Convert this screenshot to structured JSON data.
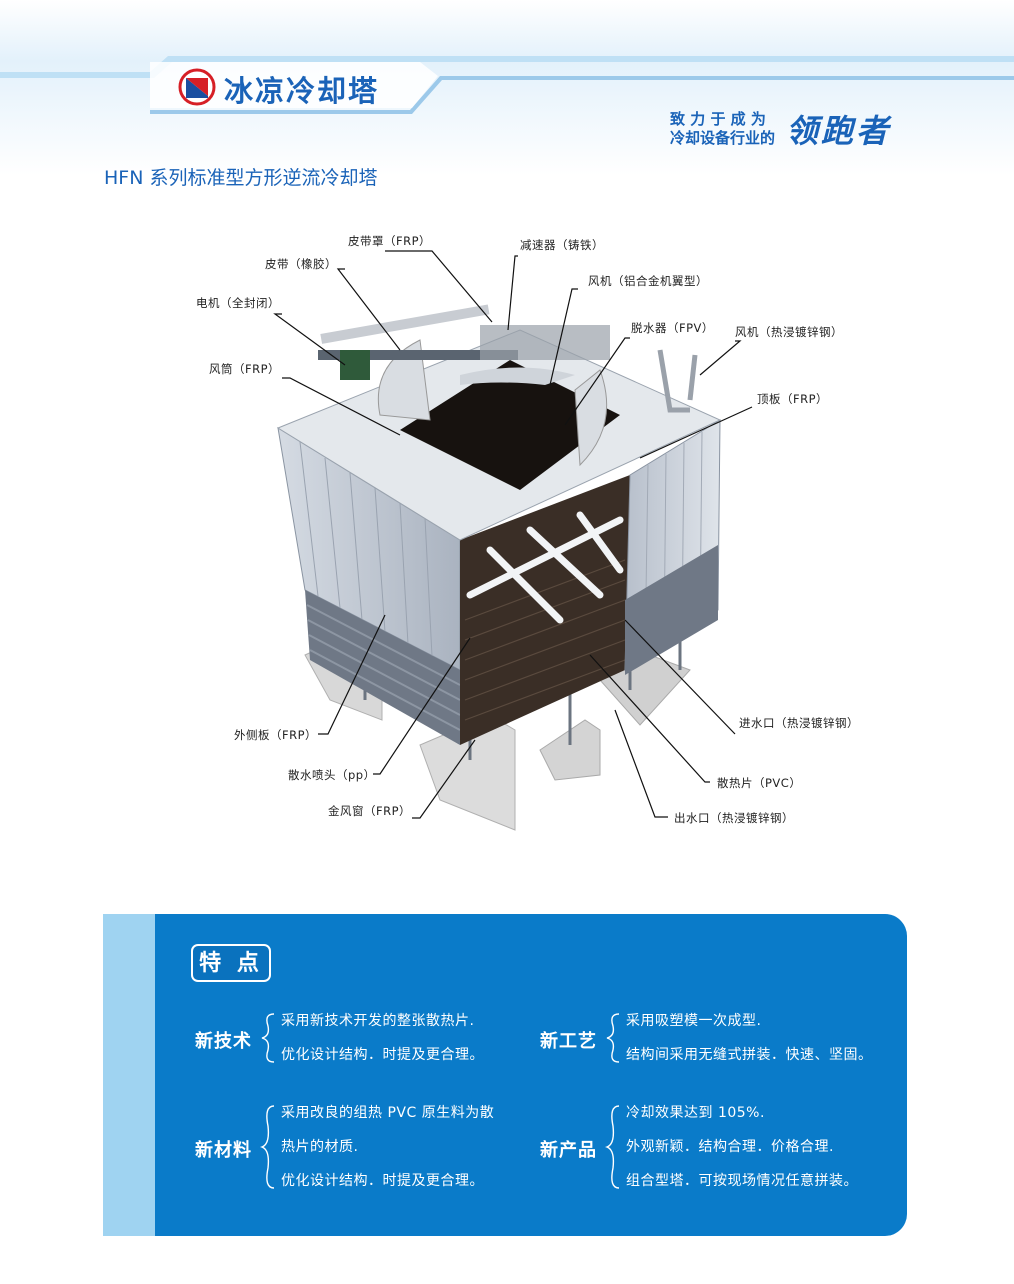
{
  "header": {
    "brand": "冰凉冷却塔",
    "slogan_line1": "致 力 于 成 为",
    "slogan_line2": "冷却设备行业的",
    "slogan_big": "领跑者",
    "subtitle": "HFN 系列标准型方形逆流冷却塔",
    "colors": {
      "brand_blue": "#1a63b8",
      "band_light": "#d7ecf9"
    }
  },
  "diagram": {
    "labels": {
      "belt_cover": "皮带罩（FRP）",
      "reducer": "减速器（铸铁）",
      "belt": "皮带（橡胶）",
      "fan": "风机（铝合金机翼型）",
      "motor": "电机（全封闭）",
      "eliminator": "脱水器（FPV）",
      "fan_galv": "风机（热浸镀锌钢）",
      "fan_duct": "风筒（FRP）",
      "top_panel": "顶板（FRP）",
      "side_panel": "外侧板（FRP）",
      "inlet": "进水口（热浸镀锌钢）",
      "nozzle": "散水喷头（pp）",
      "fill": "散热片（PVC）",
      "louver": "金风窗（FRP）",
      "outlet": "出水口（热浸镀锌钢）"
    }
  },
  "features": {
    "title": "特 点",
    "groups": [
      {
        "name": "新技术",
        "lines": [
          "采用新技术开发的整张散热片.",
          "优化设计结构．时提及更合理。"
        ]
      },
      {
        "name": "新工艺",
        "lines": [
          "采用吸塑模一次成型.",
          "结构间采用无缝式拼装．快速、坚固。"
        ]
      },
      {
        "name": "新材料",
        "lines": [
          "采用改良的组热 PVC 原生料为散",
          "热片的材质.",
          "优化设计结构．时提及更合理。"
        ]
      },
      {
        "name": "新产品",
        "lines": [
          "冷却效果达到 105%.",
          "外观新颖．结构合理．价格合理.",
          "组合型塔．可按现场情况任意拼装。"
        ]
      }
    ],
    "colors": {
      "panel": "#0a7bc9",
      "accent": "#9fd3f1"
    }
  }
}
